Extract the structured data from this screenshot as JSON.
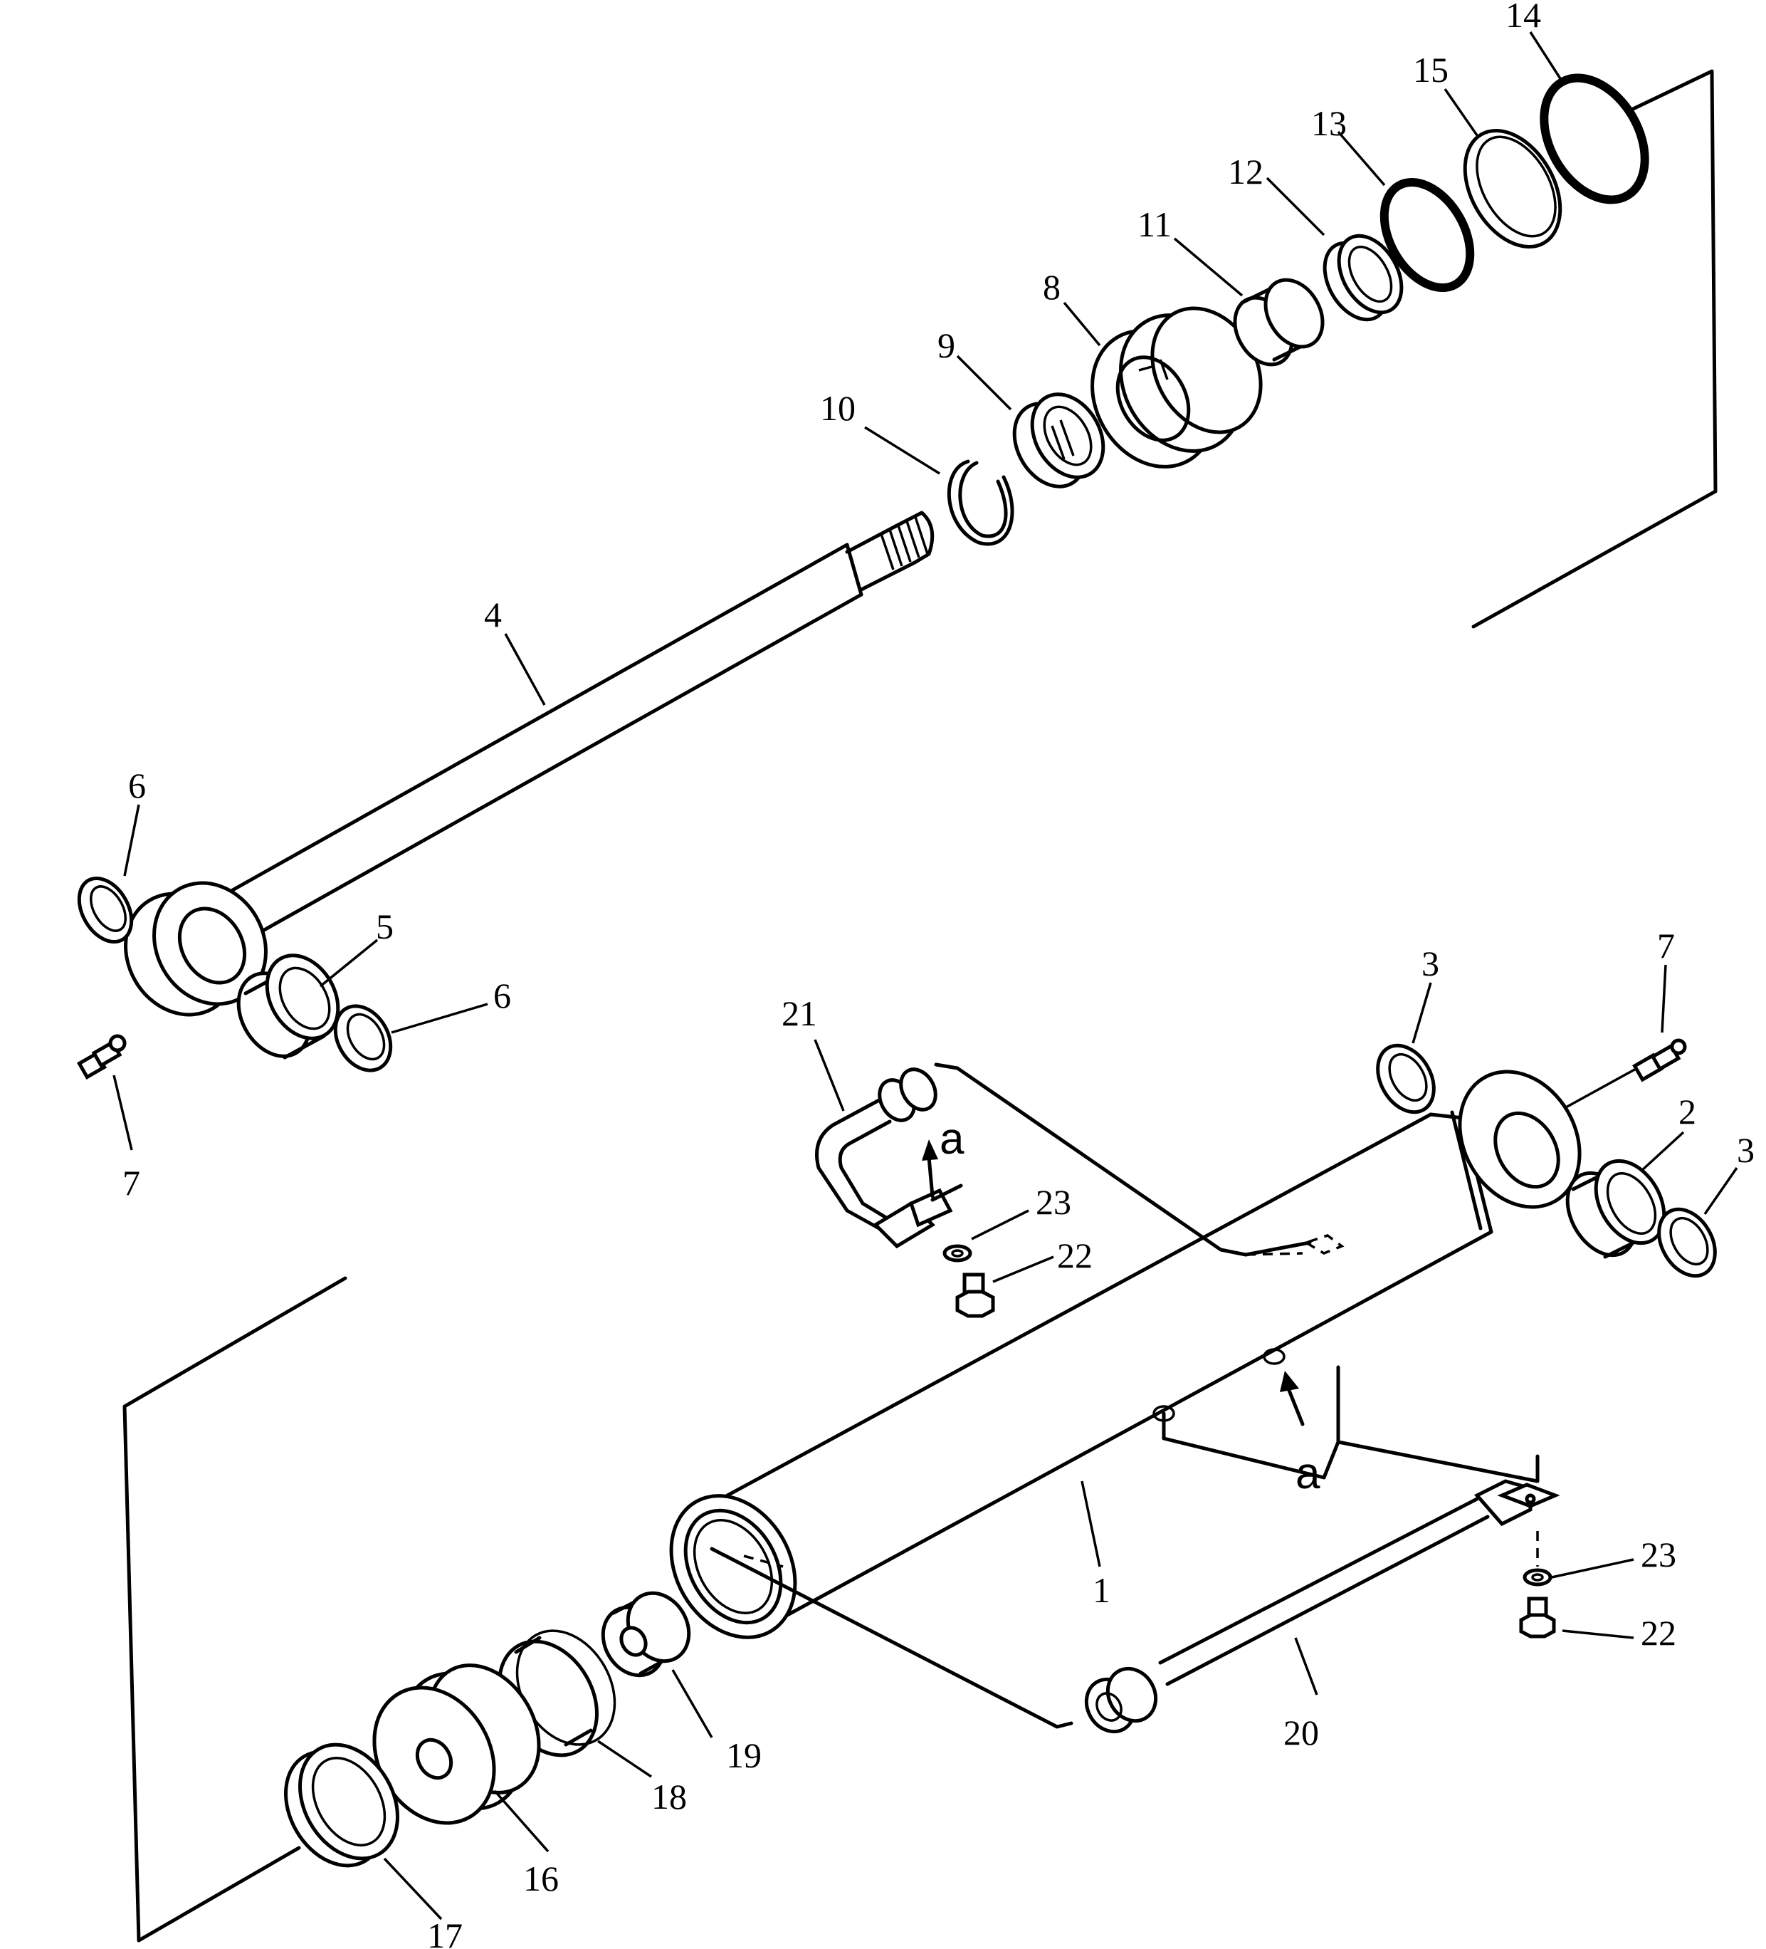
{
  "labels": {
    "l1": "1",
    "l2": "2",
    "l3a": "3",
    "l3b": "3",
    "l4": "4",
    "l5": "5",
    "l6a": "6",
    "l6b": "6",
    "l7a": "7",
    "l7b": "7",
    "l8": "8",
    "l9": "9",
    "l10": "10",
    "l11": "11",
    "l12": "12",
    "l13": "13",
    "l14": "14",
    "l15": "15",
    "l16": "16",
    "l17": "17",
    "l18": "18",
    "l19": "19",
    "l20": "20",
    "l21": "21",
    "l22a": "22",
    "l22b": "22",
    "l23a": "23",
    "l23b": "23",
    "view_a1": "a",
    "view_a2": "a"
  }
}
